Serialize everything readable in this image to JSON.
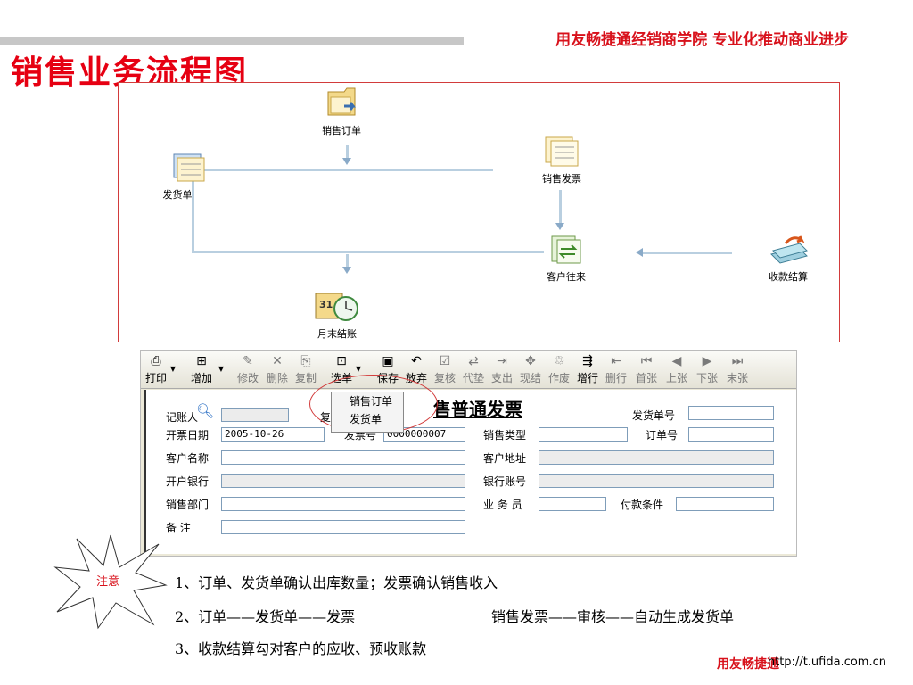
{
  "header": {
    "slogan": "用友畅捷通经销商学院   专业化推动商业进步",
    "title": "销售业务流程图"
  },
  "flow": {
    "sales_order": "销售订单",
    "delivery_note": "发货单",
    "sales_invoice": "销售发票",
    "customer_account": "客户往来",
    "receipt_settlement": "收款结算",
    "month_end": "月末结账",
    "calendar_day": "31"
  },
  "toolbar": {
    "print": "打印",
    "add": "增加",
    "modify": "修改",
    "delete": "删除",
    "copy": "复制",
    "select_order": "选单",
    "save": "保存",
    "discard": "放弃",
    "review": "复核",
    "advance": "代垫",
    "pay": "支出",
    "cash_settle": "现结",
    "void": "作废",
    "add_row": "增行",
    "delete_row": "删行",
    "first": "首张",
    "prev": "上张",
    "next": "下张",
    "last": "末张"
  },
  "popup": {
    "item1": "销售订单",
    "item2": "发货单"
  },
  "form": {
    "title": "售普通发票",
    "record_label": "记账人",
    "invoice_date_label": "开票日期",
    "invoice_date_value": "2005-10-26",
    "invoice_no_label": "发票号",
    "invoice_no_value": "0000000007",
    "sales_type_label": "销售类型",
    "order_no_label": "订单号",
    "delivery_no_label": "发货单号",
    "customer_name_label": "客户名称",
    "customer_addr_label": "客户地址",
    "bank_label": "开户银行",
    "bank_account_label": "银行账号",
    "dept_label": "销售部门",
    "salesman_label": "业 务 员",
    "payment_terms_label": "付款条件",
    "remark_label": "备    注",
    "partial_label": "复"
  },
  "notes": {
    "badge": "注意",
    "line1": "1、订单、发货单确认出库数量；发票确认销售收入",
    "line2a": "2、订单——发货单——发票",
    "line2b": "销售发票——审核——自动生成发货单",
    "line3": "3、收款结算勾对客户的应收、预收账款"
  },
  "footer": {
    "brand": "用友畅捷通",
    "url": "http://t.ufida.com.cn"
  }
}
